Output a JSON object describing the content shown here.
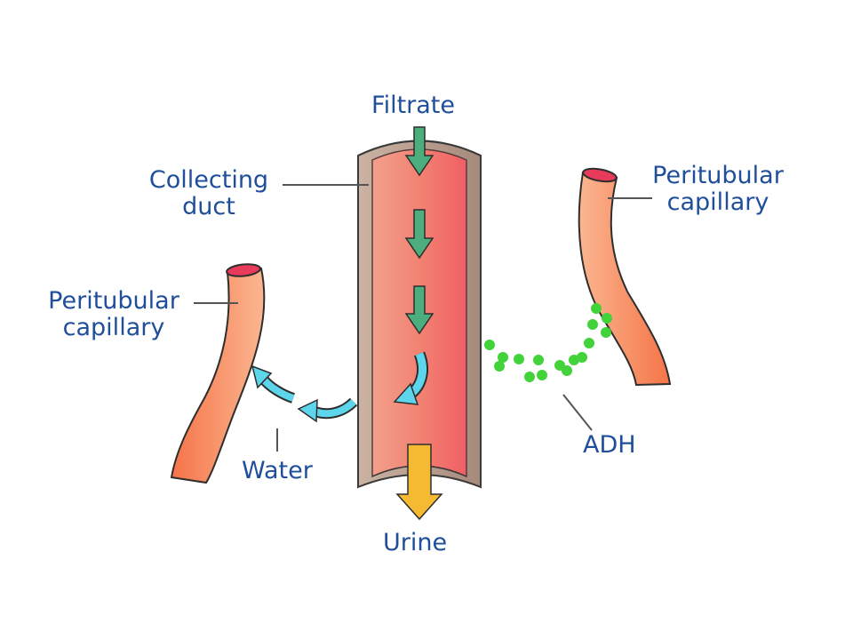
{
  "labels": {
    "filtrate": "Filtrate",
    "collecting_duct": [
      "Collecting",
      "duct"
    ],
    "peritubular_left": [
      "Peritubular",
      "capillary"
    ],
    "peritubular_right": [
      "Peritubular",
      "capillary"
    ],
    "water": "Water",
    "adh": "ADH",
    "urine": "Urine"
  },
  "colors": {
    "label_text": "#1f4e9a",
    "duct_wall": "#b79e90",
    "duct_lumen": "#f07c6e",
    "capillary": "#f28655",
    "capillary_opening": "#e83a5a",
    "filtrate_arrow": "#4cae7c",
    "water_arrow": "#5dd6ec",
    "urine_arrow": "#f6b932",
    "adh_molecule": "#42d23a",
    "leader_line": "#555555"
  },
  "icons": {
    "filtrate_arrows": "arrow-down-icon",
    "water_arrows": "curved-arrow-left-icon",
    "urine_arrow": "arrow-down-icon",
    "adh_molecules": "dot-icon"
  }
}
